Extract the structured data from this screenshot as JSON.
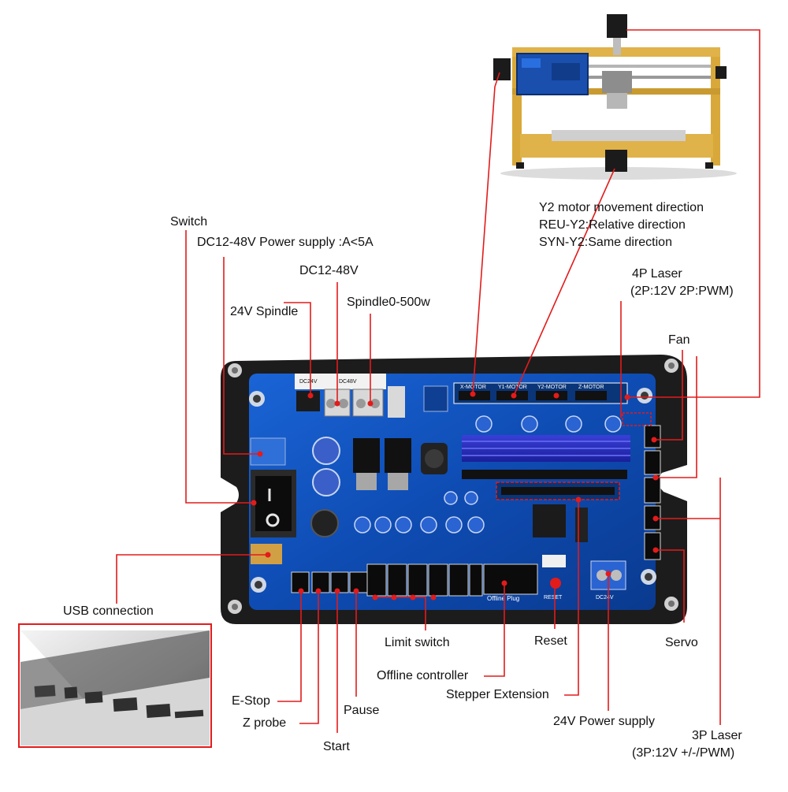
{
  "callouts": {
    "switch": "Switch",
    "power_supply": "DC12-48V Power supply :A<5A",
    "dc12_48v": "DC12-48V",
    "spindle_24v": "24V Spindle",
    "spindle_500w": "Spindle0-500w",
    "y2_line1": "Y2 motor movement direction",
    "y2_line2": "REU-Y2:Relative direction",
    "y2_line3": "SYN-Y2:Same direction",
    "laser4p_line1": "4P Laser",
    "laser4p_line2": "(2P:12V 2P:PWM)",
    "fan": "Fan",
    "usb": "USB connection",
    "limit_switch": "Limit switch",
    "reset": "Reset",
    "servo": "Servo",
    "offline_controller": "Offline controller",
    "stepper_extension": "Stepper Extension",
    "power_24v": "24V Power supply",
    "laser3p_line1": "3P Laser",
    "laser3p_line2": "(3P:12V +/-/PWM)",
    "estop": "E-Stop",
    "zprobe": "Z probe",
    "start": "Start",
    "pause": "Pause"
  },
  "board": {
    "x_motor": "X-MOTOR",
    "y1_motor": "Y1-MOTOR",
    "y2_motor": "Y2-MOTOR",
    "z_motor": "Z-MOTOR",
    "dc24v": "DC24V",
    "dc48v": "DC48V",
    "offline_plug": "Offline Plug",
    "reset_silk": "RESET",
    "dc24v_in": "DC24V"
  },
  "colors": {
    "callout_line": "#e31b1b",
    "board_blue": "#0f4fb8",
    "enclosure": "#1d1d1d",
    "frame_gold": "#d9a83a"
  }
}
